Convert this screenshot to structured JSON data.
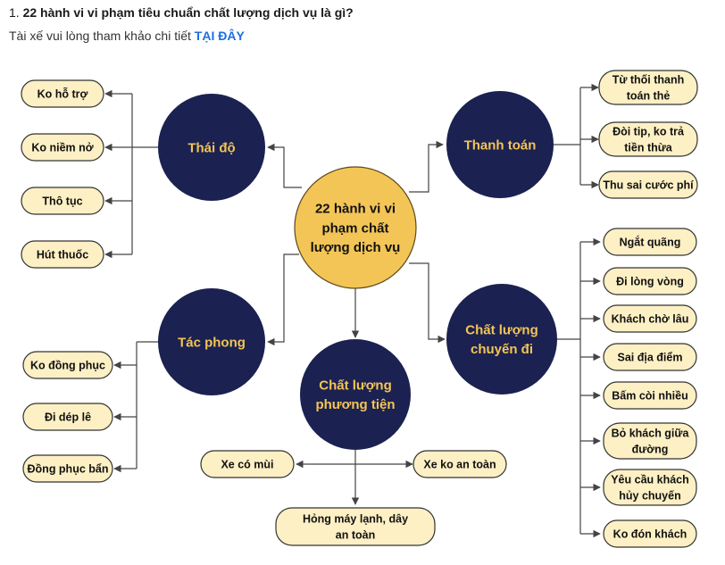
{
  "header": {
    "number": "1.",
    "question": "22 hành vi vi phạm tiêu chuẩn chất lượng dịch vụ là gì?",
    "subtitle_prefix": "Tài xế vui lòng tham khảo chi tiết",
    "link_label": "TẠI ĐÂY"
  },
  "mindmap": {
    "center": [
      "22 hành vi vi",
      "phạm chất",
      "lượng dịch vụ"
    ],
    "branches": {
      "thai_do": {
        "label": [
          "Thái độ"
        ],
        "items": [
          [
            "Ko hỗ trợ"
          ],
          [
            "Ko niềm nở"
          ],
          [
            "Thô tục"
          ],
          [
            "Hút thuốc"
          ]
        ]
      },
      "thanh_toan": {
        "label": [
          "Thanh toán"
        ],
        "items": [
          [
            "Từ thối thanh",
            "toán thẻ"
          ],
          [
            "Đòi tip, ko trả",
            "tiền thừa"
          ],
          [
            "Thu sai cước phí"
          ]
        ]
      },
      "tac_phong": {
        "label": [
          "Tác phong"
        ],
        "items": [
          [
            "Ko đồng phục"
          ],
          [
            "Đi dép lê"
          ],
          [
            "Đồng phục bẩn"
          ]
        ]
      },
      "phuong_tien": {
        "label": [
          "Chất lượng",
          "phương tiện"
        ],
        "items": [
          [
            "Xe có mùi"
          ],
          [
            "Xe ko an toàn"
          ],
          [
            "Hỏng máy lạnh, dây",
            "an toàn"
          ]
        ]
      },
      "chuyen_di": {
        "label": [
          "Chất lượng",
          "chuyến đi"
        ],
        "items": [
          [
            "Ngắt quãng"
          ],
          [
            "Đi lòng vòng"
          ],
          [
            "Khách chờ lâu"
          ],
          [
            "Sai địa điểm"
          ],
          [
            "Bấm còi nhiều"
          ],
          [
            "Bỏ khách giữa",
            "đường"
          ],
          [
            "Yêu cầu khách",
            "hủy chuyến"
          ],
          [
            "Ko đón khách"
          ]
        ]
      }
    }
  },
  "colors": {
    "navy": "#1b2150",
    "center_fill": "#f3c556",
    "item_fill": "#fdf0c4",
    "item_stroke": "#333333",
    "line": "#444444",
    "link": "#1f6fe0"
  }
}
